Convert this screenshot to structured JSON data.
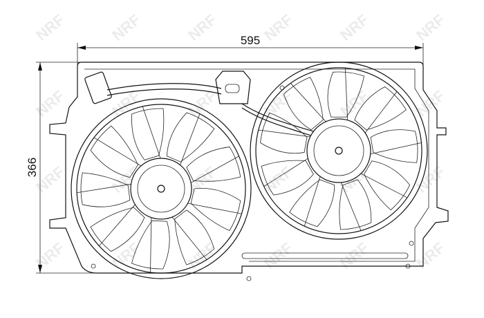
{
  "drawing": {
    "width_dimension": "595",
    "height_dimension": "366",
    "watermark": "NRF",
    "fans": [
      {
        "name": "left-fan",
        "blades": 9
      },
      {
        "name": "right-fan",
        "blades": 9
      }
    ]
  }
}
